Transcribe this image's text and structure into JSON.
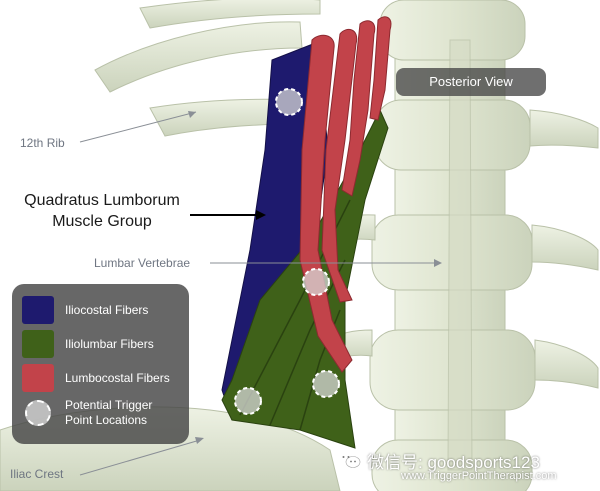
{
  "header": {
    "view_label": "Posterior View"
  },
  "title": {
    "line1": "Quadratus Lumborum",
    "line2": "Muscle Group"
  },
  "labels": {
    "rib": "12th Rib",
    "vertebrae": "Lumbar Vertebrae",
    "iliac": "Iliac Crest"
  },
  "legend": {
    "items": [
      {
        "label": "Iliocostal Fibers",
        "color": "#1e1a6e"
      },
      {
        "label": "Iliolumbar Fibers",
        "color": "#3f6119"
      },
      {
        "label": "Lumbocostal Fibers",
        "color": "#c2434a"
      },
      {
        "label_line1": "Potential Trigger",
        "label_line2": "Point Locations",
        "color": "#d3d3d3"
      }
    ]
  },
  "watermark": {
    "icon": "wechat-icon",
    "handle": "微信号: goodsports123",
    "url": "www.TriggerPointTherapist.com"
  },
  "colors": {
    "bone": "#e3e8d6",
    "bone_shade": "#c9d0ba",
    "iliocostal": "#1e1a6e",
    "iliolumbar": "#3f6119",
    "lumbocostal": "#c2434a",
    "trigger_point": "#d3d3d3"
  }
}
